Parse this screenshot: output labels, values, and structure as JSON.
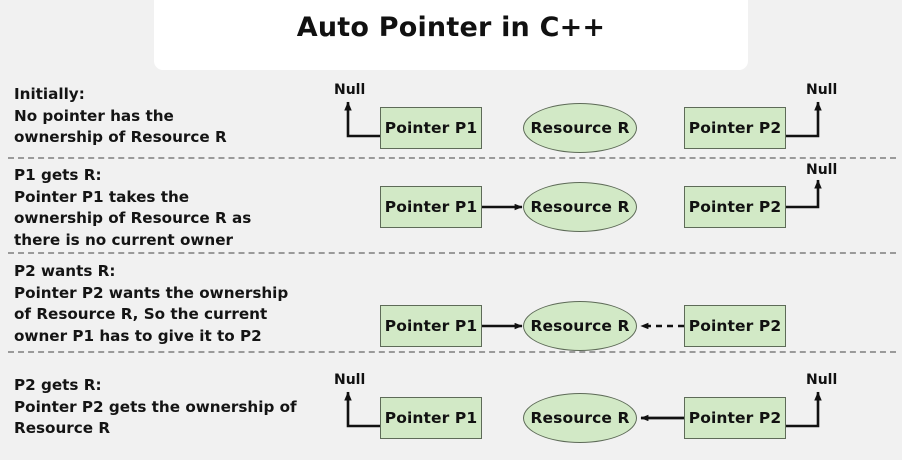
{
  "title": "Auto Pointer in C++",
  "colors": {
    "background": "#f1f1f1",
    "card": "#ffffff",
    "node_fill": "#d2e9c6",
    "node_stroke": "#5e6b58",
    "text": "#111111",
    "separator": "#9a9a9a"
  },
  "labels": {
    "pointer_p1": "Pointer P1",
    "pointer_p2": "Pointer P2",
    "resource_r": "Resource R",
    "null": "Null"
  },
  "steps": [
    {
      "id": "initially",
      "description": "Initially:\nNo pointer has the\nownership of Resource R",
      "p1_label": "Pointer P1",
      "p2_label": "Pointer P2",
      "resource_label": "Resource R",
      "p1_null": "Null",
      "p2_null": "Null",
      "p1_points_to": "null",
      "p2_points_to": "null",
      "p1_arrow_style": "solid",
      "p2_arrow_style": "solid"
    },
    {
      "id": "p1-gets-r",
      "description": "P1 gets R:\nPointer P1 takes the\nownership of Resource R as\nthere is no current owner",
      "p1_label": "Pointer P1",
      "p2_label": "Pointer P2",
      "resource_label": "Resource R",
      "p1_null": "",
      "p2_null": "Null",
      "p1_points_to": "resource",
      "p2_points_to": "null",
      "p1_arrow_style": "solid",
      "p2_arrow_style": "solid"
    },
    {
      "id": "p2-wants-r",
      "description": "P2 wants R:\nPointer P2 wants the ownership\nof Resource R, So the current\nowner P1 has to give it to P2",
      "p1_label": "Pointer P1",
      "p2_label": "Pointer P2",
      "resource_label": "Resource R",
      "p1_null": "",
      "p2_null": "",
      "p1_points_to": "resource",
      "p2_points_to": "resource",
      "p1_arrow_style": "solid",
      "p2_arrow_style": "dashed"
    },
    {
      "id": "p2-gets-r",
      "description": "P2 gets R:\nPointer P2 gets the ownership of\nResource R",
      "p1_label": "Pointer P1",
      "p2_label": "Pointer P2",
      "resource_label": "Resource R",
      "p1_null": "Null",
      "p2_null": "Null",
      "p1_points_to": "null",
      "p2_points_to": "resource",
      "p1_arrow_style": "solid",
      "p2_arrow_style": "solid"
    }
  ]
}
